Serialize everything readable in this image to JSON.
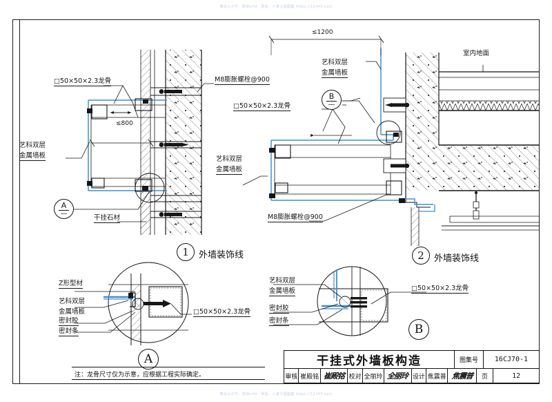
{
  "watermark": {
    "top": "微信公众号：筑Worfd｜网站：人家工程图集 https://12345.xyz/",
    "bottom": "微信公众号：筑Worfd｜网站：人家工程图集 https://12345.xyz/"
  },
  "detail1": {
    "caption_number": "1",
    "caption_text": "外墙装饰线",
    "labels": {
      "keel": "□50×50×2.3龙骨",
      "anchor": "M8膨胀螺栓@900",
      "panel_line1": "艺科双层",
      "panel_line2": "金属墙板",
      "stone": "干挂石材"
    },
    "dimensions": {
      "width": "≤800"
    },
    "bubble": {
      "letter": "A",
      "sub": "—"
    }
  },
  "detail2": {
    "caption_number": "2",
    "caption_text": "外墙装饰线",
    "labels": {
      "panel_line1": "艺科双层",
      "panel_line2": "金属墙板",
      "keel": "□50×50×2.3龙骨",
      "anchor": "M8膨胀螺栓@900",
      "floor": "室内地面"
    },
    "dimensions": {
      "width": "≤1200"
    },
    "bubble": {
      "letter": "B",
      "sub": "—"
    }
  },
  "detailA": {
    "tag": "A",
    "labels": {
      "z_profile": "Z形型材",
      "panel_line1": "艺科双层",
      "panel_line2": "金属墙板",
      "sealant": "密封胶",
      "gasket": "密封条",
      "keel": "□50×50×2.3龙骨"
    }
  },
  "detailB": {
    "tag": "B",
    "labels": {
      "panel_line1": "艺科双层",
      "panel_line2": "金属墙板",
      "sealant": "密封胶",
      "gasket": "密封条",
      "keel": "□50×50×2.3龙骨"
    }
  },
  "note": "注：龙骨尺寸仅为示意，应根据工程实际确定。",
  "title_block": {
    "drawing_title": "干挂式外墙板构造",
    "atlas_label": "图集号",
    "atlas_number": "16CJ70-1",
    "page_label": "页",
    "page_number": "12",
    "review_label": "审核",
    "review_name": "崔殿铭",
    "review_signature": "崔殿铭",
    "check_label": "校对",
    "check_name": "全丽玲",
    "check_signature": "全丽玲",
    "design_label": "设计",
    "design_name": "焦震普",
    "design_signature": "焦震普"
  },
  "colors": {
    "ink": "#161616",
    "panel_blue": "#3f8fd0",
    "hatch": "#555555"
  }
}
